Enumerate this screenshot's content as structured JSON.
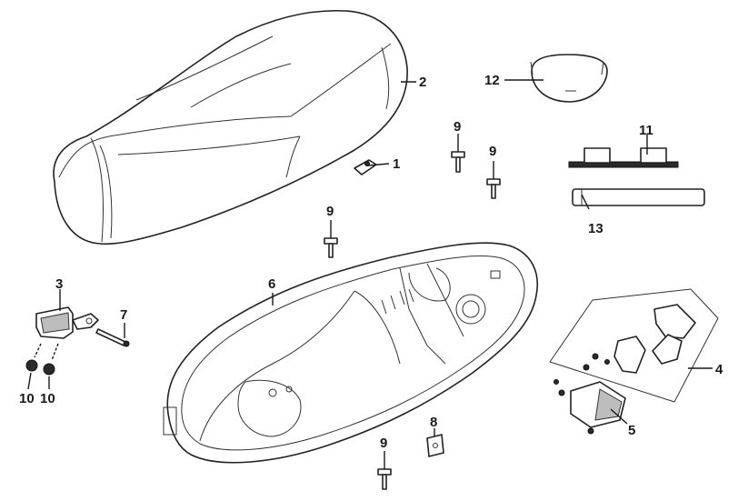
{
  "callouts": [
    {
      "id": "c1",
      "text": "1"
    },
    {
      "id": "c2",
      "text": "2"
    },
    {
      "id": "c3",
      "text": "3"
    },
    {
      "id": "c4",
      "text": "4"
    },
    {
      "id": "c5",
      "text": "5"
    },
    {
      "id": "c6",
      "text": "6"
    },
    {
      "id": "c7",
      "text": "7"
    },
    {
      "id": "c8",
      "text": "8"
    },
    {
      "id": "c9a",
      "text": "9"
    },
    {
      "id": "c9b",
      "text": "9"
    },
    {
      "id": "c9c",
      "text": "9"
    },
    {
      "id": "c9d",
      "text": "9"
    },
    {
      "id": "c10a",
      "text": "10"
    },
    {
      "id": "c10b",
      "text": "10"
    },
    {
      "id": "c11",
      "text": "11"
    },
    {
      "id": "c12",
      "text": "12"
    },
    {
      "id": "c13",
      "text": "13"
    }
  ],
  "icons": {
    "seat": "seat-icon",
    "helmet_box": "helmet-box-icon",
    "hinge": "seat-hinge-icon",
    "lock": "seat-lock-icon",
    "latch": "latch-assembly-icon",
    "bolt": "bolt-icon",
    "nut": "nut-icon",
    "clip": "clip-icon",
    "light": "lamp-icon",
    "bracket": "bracket-icon",
    "tube": "rubber-tube-icon"
  },
  "colors": {
    "line": "#1a1a1a",
    "background": "#ffffff"
  }
}
